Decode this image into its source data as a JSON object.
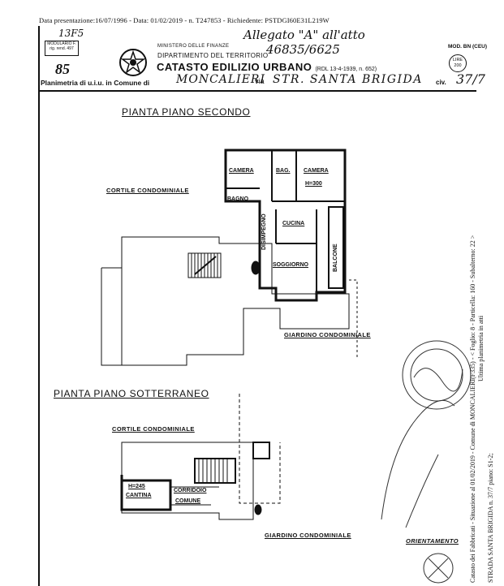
{
  "header": {
    "top_line": "Data presentazione:16/07/1996 - Data: 01/02/2019 - n. T247853 - Richiedente: PSTDGI60E31L219W",
    "modulo": "MODULARIO F. rig. rend. 497",
    "logo_number": "85",
    "ministry": "MINISTERO DELLE FINANZE",
    "department": "DIPARTIMENTO DEL TERRITORIO",
    "catasto": "CATASTO EDILIZIO URBANO",
    "law": "(RDL 13-4-1939, n. 652)",
    "planimetria_label": "Planimetria di u.i.u. in Comune di",
    "comune": "MONCALIERI",
    "via_label": "via",
    "street": "STR. SANTA BRIGIDA",
    "civ_label": "civ.",
    "civ_number": "37/7",
    "mod": "MOD. BN (CEU)",
    "lire_label": "LIRE",
    "lire_value": "200",
    "handwritten_allegato": "Allegato \"A\" all'atto",
    "handwritten_number": "46835/6625",
    "handwritten_code": "13F5"
  },
  "floors": {
    "upper_title": "PIANTA PIANO SECONDO",
    "lower_title": "PIANTA PIANO SOTTERRANEO",
    "cortile": "CORTILE CONDOMINIALE",
    "giardino": "GIARDINO CONDOMINIALE",
    "rooms": {
      "camera1": "CAMERA",
      "bag": "BAG.",
      "camera2": "CAMERA",
      "height_upper": "H=300",
      "bagno": "BAGNO",
      "disimpegno": "DISIMPEGNO",
      "cucina": "CUCINA",
      "balcone": "BALCONE",
      "soggiorno": "SOGGIORNO",
      "height_lower": "H=245",
      "cantina": "CANTINA",
      "corridoio": "CORRIDOIO",
      "comune": "COMUNE"
    },
    "orientamento": "ORIENTAMENTO"
  },
  "side": {
    "vertical_note": "Ultima planimetria in atti",
    "vertical_meta": "Catasto dei Fabbricati - Situazione al 01/02/2019 - Comune di MONCALIERI(F335) - < Foglio: 8 - Particella: 160 - Subalterno: 22 >",
    "vertical_addr": "STRADA SANTA BRIGIDA n. 37/7 piano: S1-2;"
  }
}
